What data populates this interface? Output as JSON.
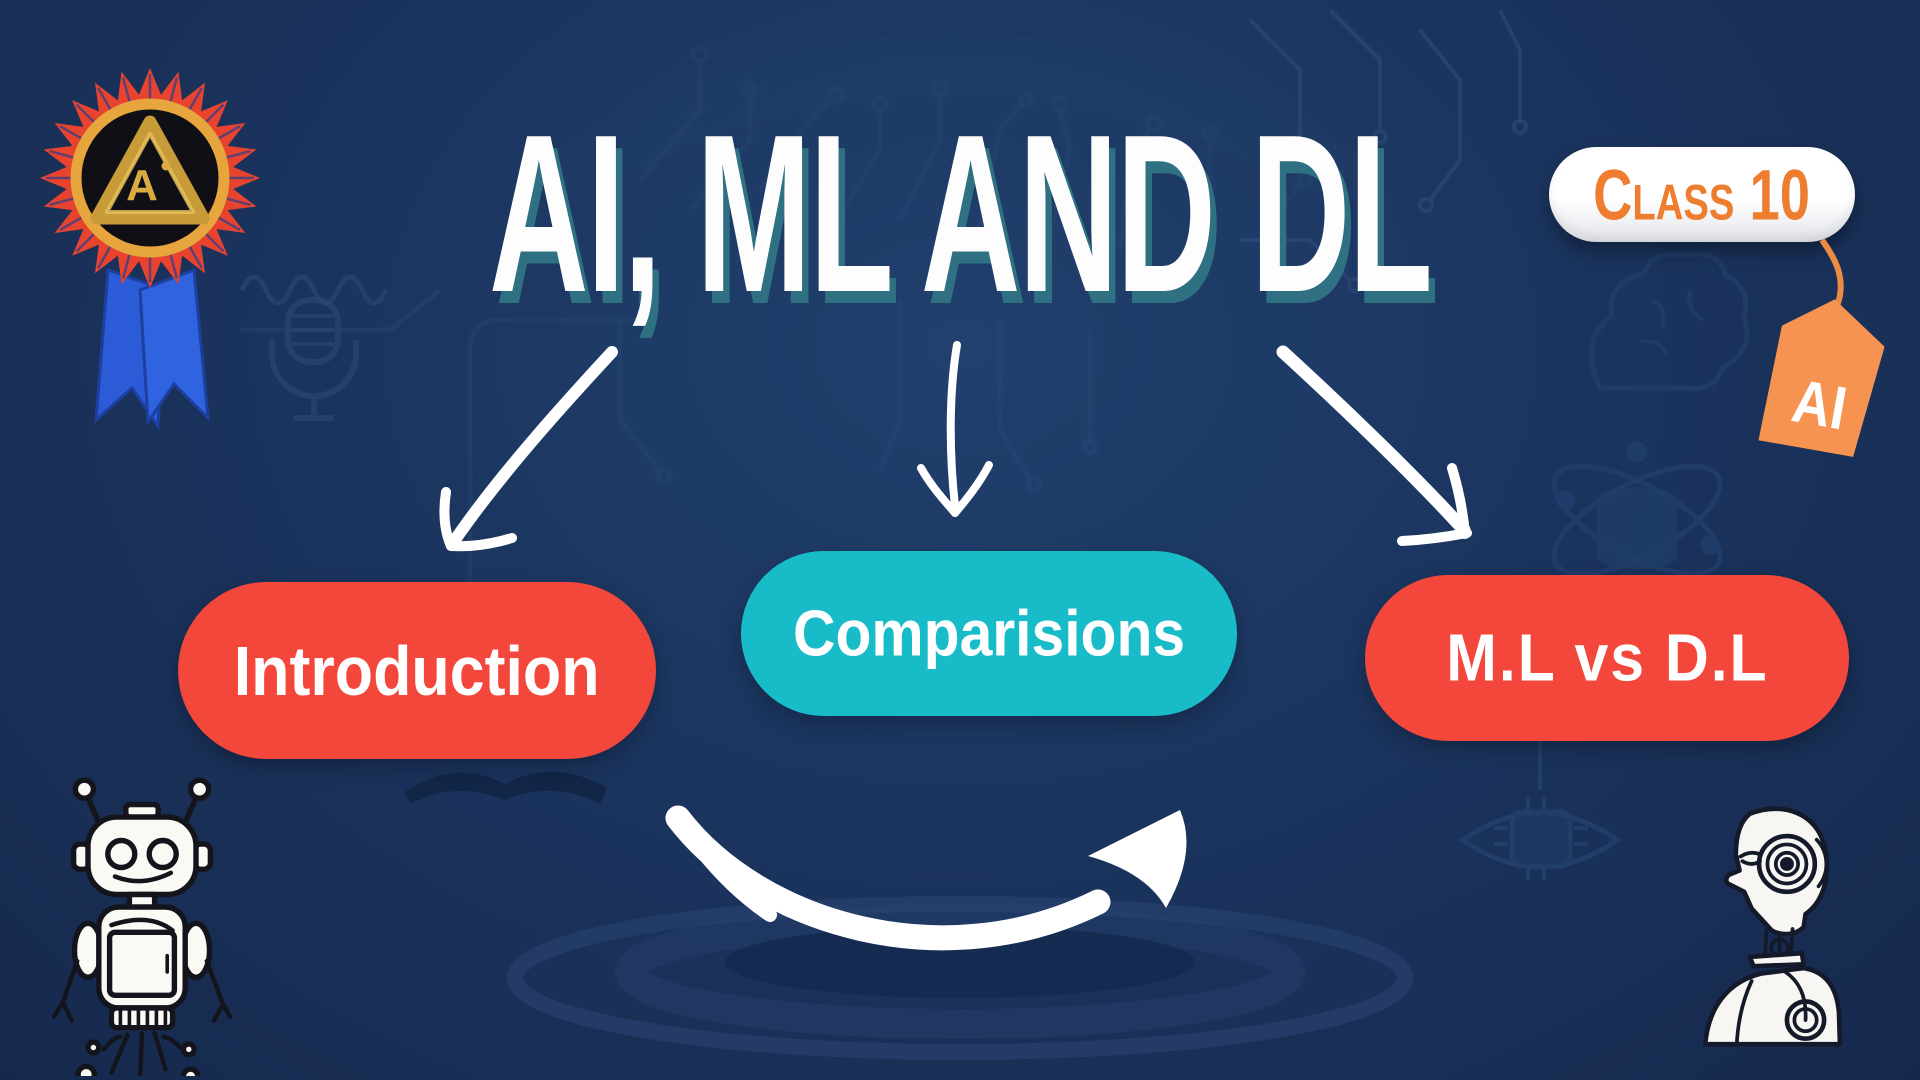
{
  "slide": {
    "title": "AI, ML AND DL",
    "class_badge": {
      "label": "Class 10",
      "tag_label": "AI"
    },
    "award_logo_letter": "A",
    "topics": [
      {
        "id": "introduction",
        "label": "Introduction",
        "color": "#f4473c"
      },
      {
        "id": "comparisions",
        "label": "Comparisions",
        "color": "#18bcc9"
      },
      {
        "id": "ml-vs-dl",
        "label": "M.L vs D.L",
        "color": "#f4473c"
      }
    ],
    "colors": {
      "background": "#1b345e",
      "title_text": "#fdfdfd",
      "title_shadow": "#2f7183",
      "pill_red": "#f4473c",
      "pill_teal": "#18bcc9",
      "badge_text_orange": "#ee7d2f",
      "tag_orange": "#f79351",
      "ribbon_red": "#e8432f",
      "ribbon_gold": "#e6a53d",
      "ribbon_blue": "#2b5bd7",
      "arrow_white": "#ffffff"
    },
    "icons": [
      "award-ribbon-icon",
      "ai-triangle-logo",
      "price-tag-icon",
      "arrow-down-left-icon",
      "arrow-down-icon",
      "arrow-down-right-icon",
      "curved-arrow-right-icon",
      "robot-icon",
      "android-head-icon",
      "microphone-icon",
      "sound-wave-icon",
      "brain-circuit-icon",
      "atom-database-icon",
      "eye-chip-icon",
      "open-book-icon",
      "ripple-platform"
    ]
  }
}
